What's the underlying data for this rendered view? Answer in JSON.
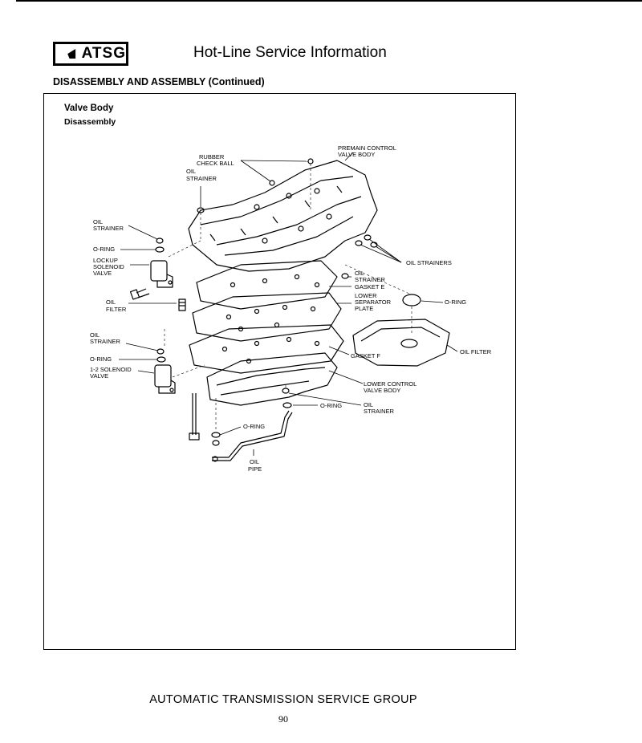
{
  "header": {
    "logo_text": "ATSG",
    "title": "Hot-Line Service Information"
  },
  "section_heading": "DISASSEMBLY AND ASSEMBLY (Continued)",
  "figure": {
    "title": "Valve Body",
    "subtitle": "Disassembly",
    "labels": {
      "rubber_check_ball": [
        "RUBBER",
        "CHECK BALL"
      ],
      "oil_strainer_top": [
        "OIL",
        "STRAINER"
      ],
      "premain_control_valve_body": [
        "PREMAIN CONTROL",
        "VALVE BODY"
      ],
      "oil_strainer_left": [
        "OIL",
        "STRAINER"
      ],
      "o_ring_left_top": "O-RING",
      "lockup_solenoid_valve": [
        "LOCKUP",
        "SOLENOID",
        "VALVE"
      ],
      "oil_strainers_right": "OIL STRAINERS",
      "oil_strainer_gasket": [
        "OIL",
        "STRAINER"
      ],
      "gasket_e": "GASKET  E",
      "lower_separator_plate": [
        "LOWER",
        "SEPARATOR",
        "PLATE"
      ],
      "o_ring_right": "O-RING",
      "oil_filter_left": [
        "OIL",
        "FILTER"
      ],
      "oil_filter_right": "OIL FILTER",
      "oil_strainer_left_lower": [
        "OIL",
        "STRAINER"
      ],
      "o_ring_left_lower": "O-RING",
      "solenoid_1_2_valve": [
        "1-2 SOLENOID",
        "VALVE"
      ],
      "gasket_f": "GASKET F",
      "lower_control_valve_body": [
        "LOWER CONTROL",
        "VALVE BODY"
      ],
      "o_ring_center": "O-RING",
      "oil_strainer_lower_right": [
        "OIL",
        "STRAINER"
      ],
      "o_ring_bottom": "O-RING",
      "oil_pipe": [
        "OIL",
        "PIPE"
      ]
    }
  },
  "footer": {
    "organization": "AUTOMATIC TRANSMISSION SERVICE GROUP",
    "page_number": "90"
  }
}
